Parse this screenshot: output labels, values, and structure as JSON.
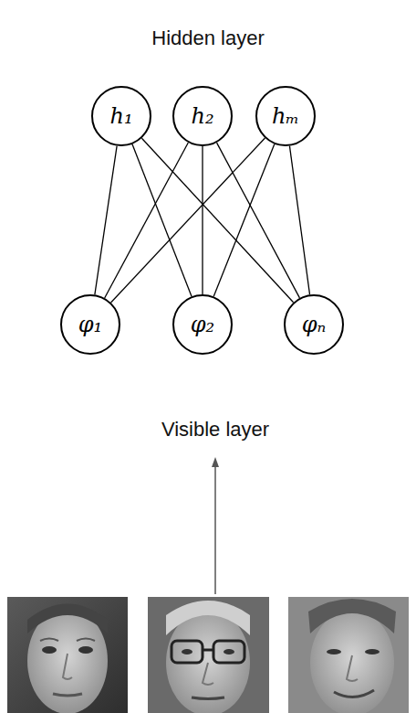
{
  "diagram": {
    "nodes": [
      {
        "text": [
          "h₁"
        ]
      },
      {
        "text": [
          "h₂"
        ]
      },
      {
        "text": [
          "hₘ"
        ]
      },
      {
        "text": [
          "φ₁"
        ]
      },
      {
        "text": [
          "φ₂"
        ]
      },
      {
        "text": [
          "φₙ"
        ]
      }
    ],
    "edges": [
      {
        "from": 0,
        "to": 3,
        "arrow": "none"
      },
      {
        "from": 0,
        "to": 4,
        "arrow": "none"
      },
      {
        "from": 0,
        "to": 5,
        "arrow": "none"
      },
      {
        "from": 1,
        "to": 3,
        "arrow": "none"
      },
      {
        "from": 1,
        "to": 4,
        "arrow": "none"
      },
      {
        "from": 1,
        "to": 5,
        "arrow": "none"
      },
      {
        "from": 2,
        "to": 3,
        "arrow": "none"
      },
      {
        "from": 2,
        "to": 4,
        "arrow": "none"
      },
      {
        "from": 2,
        "to": 5,
        "arrow": "none"
      }
    ],
    "labels": [
      "Hidden layer",
      "Visible layer"
    ]
  }
}
